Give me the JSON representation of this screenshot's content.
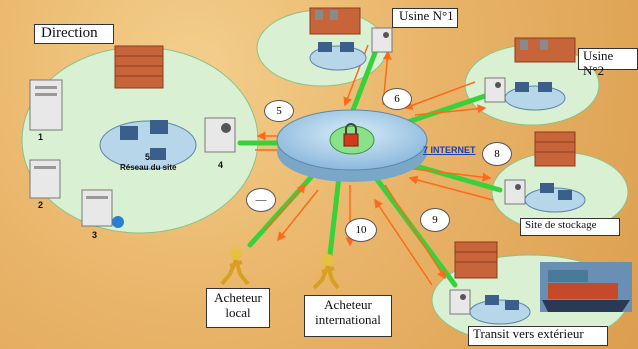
{
  "labels": {
    "direction": "Direction",
    "usine1": "Usine N°1",
    "usine2": "Usine N°2",
    "stockage": "Site de stockage",
    "transit": "Transit vers extérieur",
    "acheteur_local": [
      "Acheteur",
      "local"
    ],
    "acheteur_intl": [
      "Acheteur",
      "international"
    ],
    "internet": "7 INTERNET",
    "reseau": "Réseau du site"
  },
  "numbers": {
    "n1": "1",
    "n2": "2",
    "n3": "3",
    "n4": "4",
    "n5": "5",
    "b5": "5",
    "b6": "6",
    "b8": "8",
    "b9": "9",
    "b10": "10",
    "b11": "—"
  },
  "colors": {
    "link": "#39d13a",
    "arrow": "#ff6a1a",
    "site": "#d8efd0",
    "hub": "#9ec8e6",
    "bricks": "#c8643a"
  },
  "icons": [
    "server-icon",
    "computer-icon",
    "router-icon",
    "person-icon",
    "ship-icon",
    "bricks-icon",
    "factory-icon",
    "lock-icon"
  ]
}
